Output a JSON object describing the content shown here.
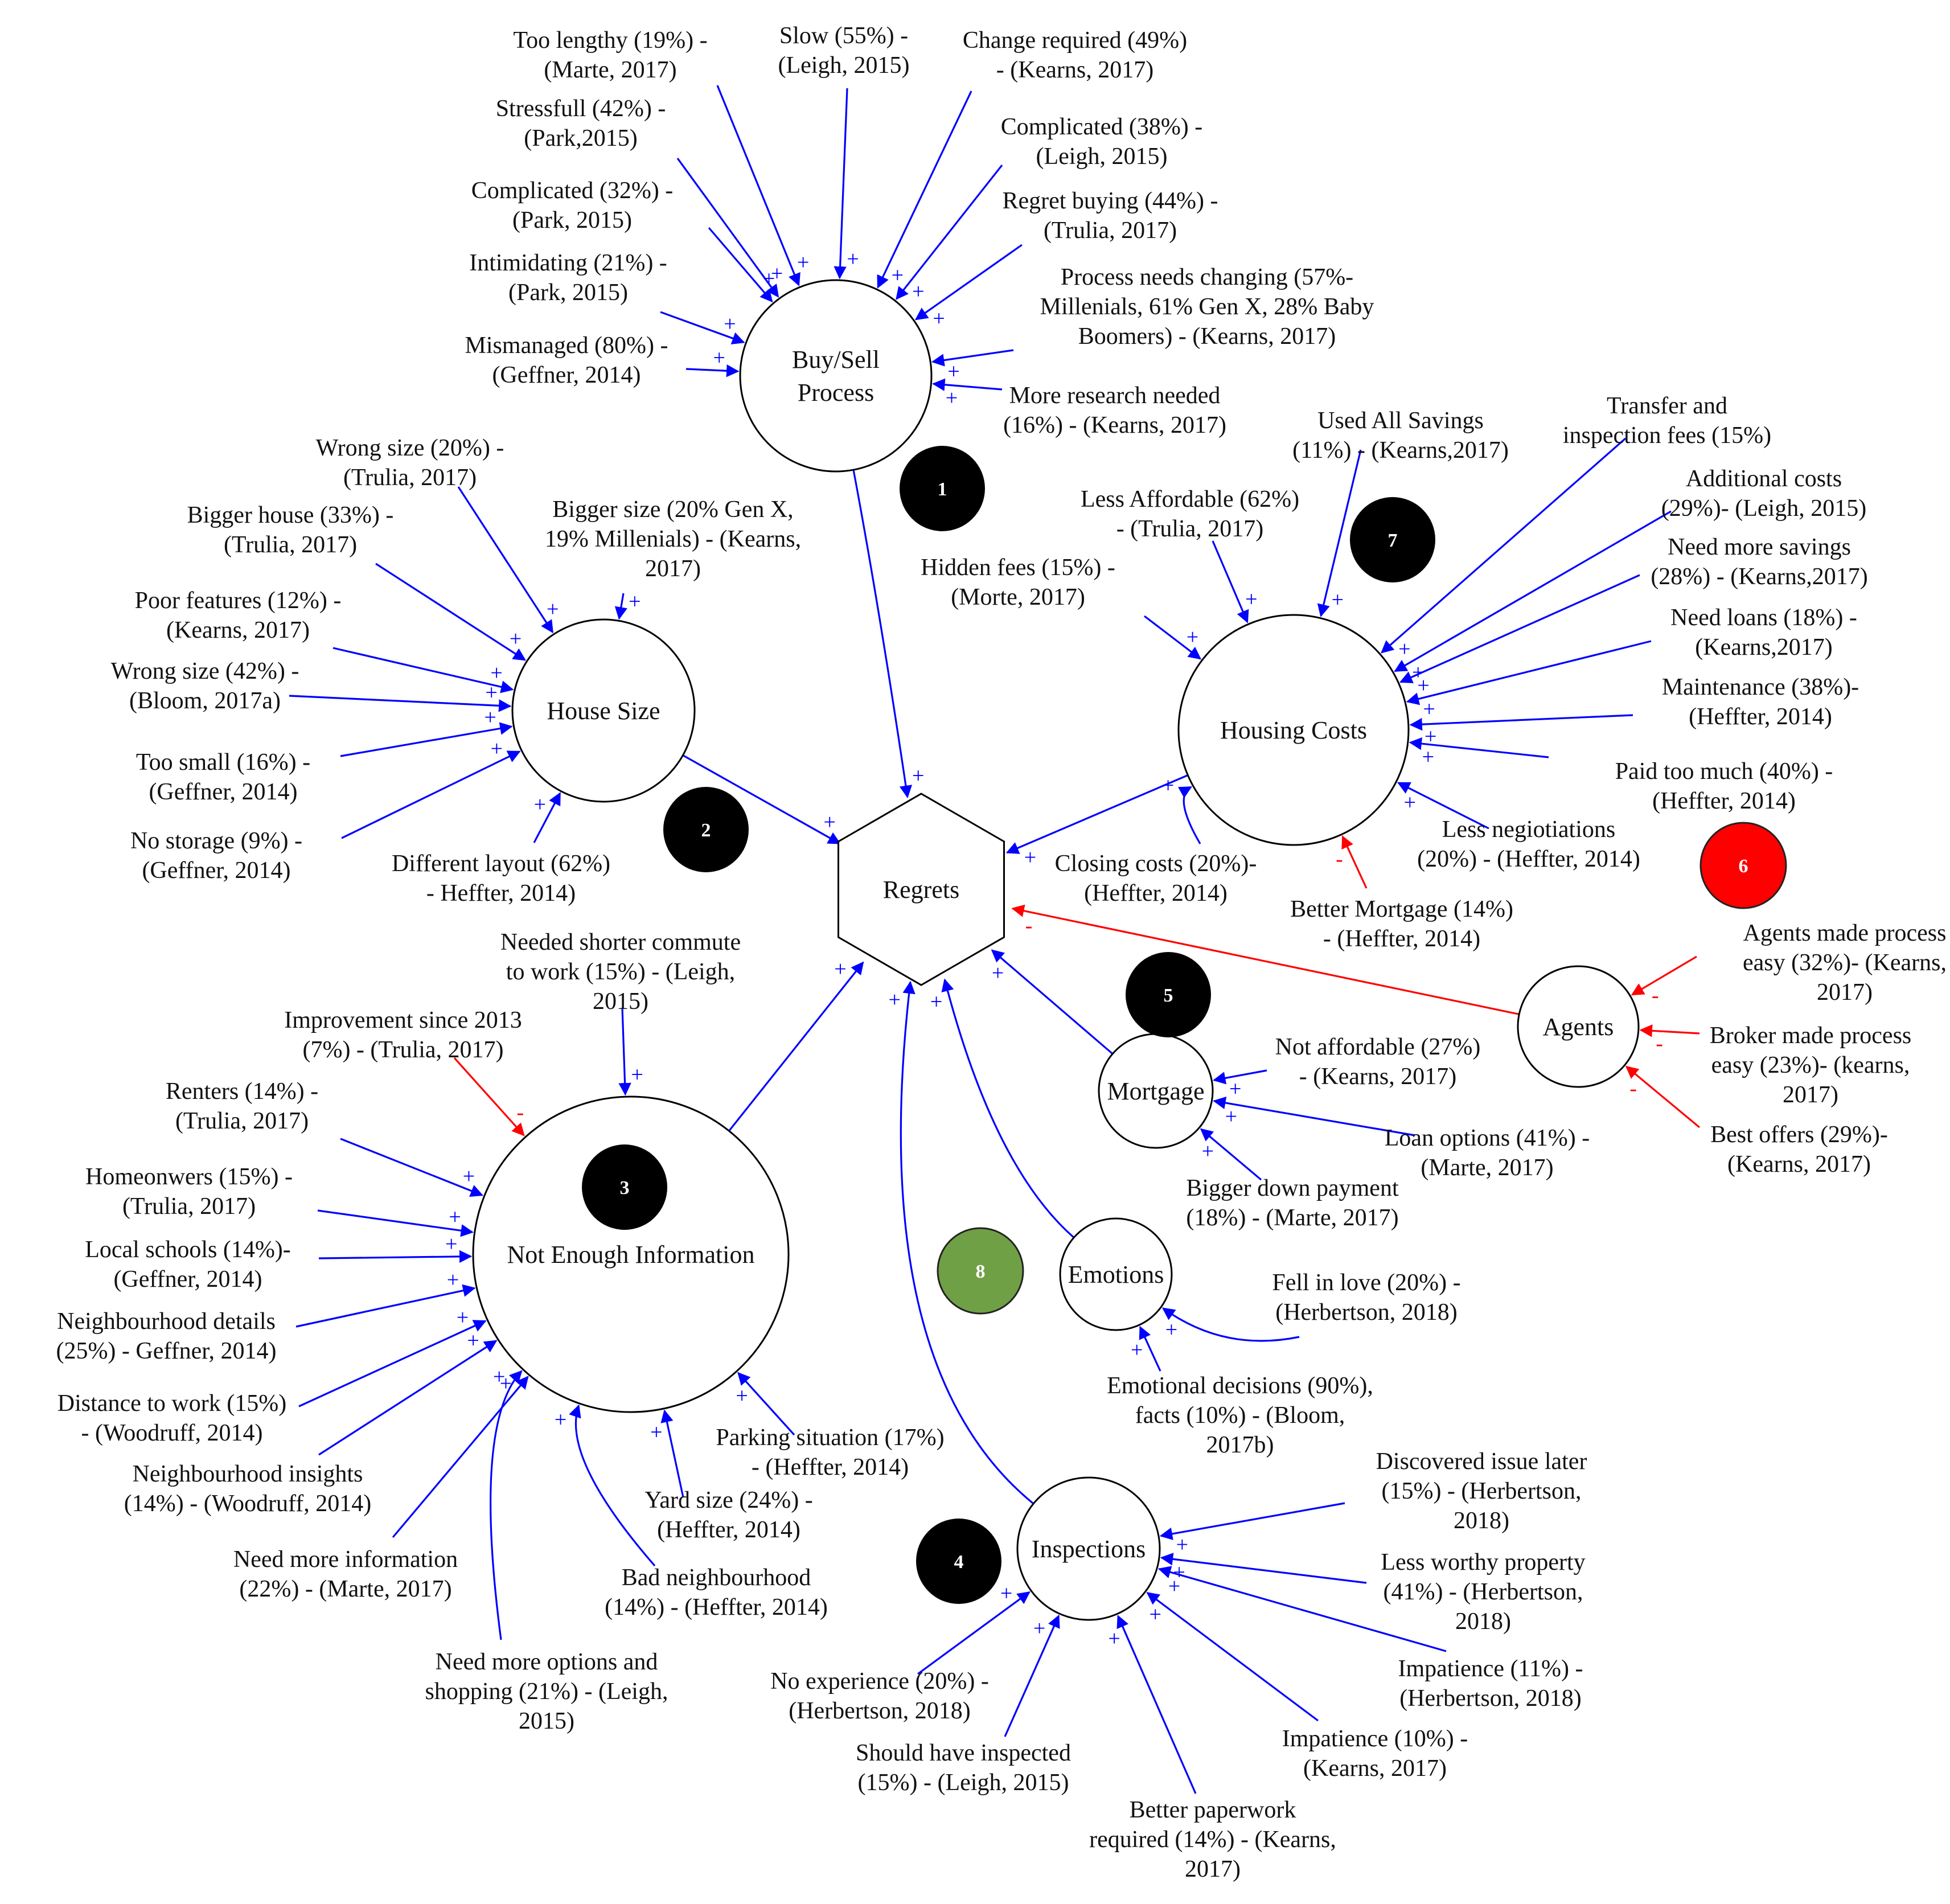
{
  "colors": {
    "positive": "#0000ff",
    "negative": "#ff0000",
    "black_badge": "#000000",
    "red_badge": "#ff0000",
    "green_badge": "#70a046",
    "node_stroke": "#000000",
    "text": "#111111"
  },
  "hubs": [
    {
      "id": "regrets",
      "label": [
        "Regrets"
      ],
      "shape": "hexagon"
    },
    {
      "id": "buysell",
      "label": [
        "Buy/Sell",
        "Process"
      ]
    },
    {
      "id": "housesize",
      "label": [
        "House Size"
      ]
    },
    {
      "id": "housingcosts",
      "label": [
        "Housing Costs"
      ]
    },
    {
      "id": "notenough",
      "label": [
        "Not Enough Information"
      ]
    },
    {
      "id": "mortgage",
      "label": [
        "Mortgage"
      ]
    },
    {
      "id": "agents",
      "label": [
        "Agents"
      ]
    },
    {
      "id": "emotions",
      "label": [
        "Emotions"
      ]
    },
    {
      "id": "inspections",
      "label": [
        "Inspections"
      ]
    }
  ],
  "badges": [
    {
      "text": "1",
      "color": "black"
    },
    {
      "text": "2",
      "color": "black"
    },
    {
      "text": "3",
      "color": "black"
    },
    {
      "text": "4",
      "color": "black"
    },
    {
      "text": "5",
      "color": "black"
    },
    {
      "text": "6",
      "color": "red"
    },
    {
      "text": "7",
      "color": "black"
    },
    {
      "text": "8",
      "color": "green"
    }
  ],
  "factors": [
    {
      "id": "bs1",
      "target": "buysell",
      "sign": "+",
      "lines": [
        "Too lengthy (19%) -",
        "(Marte, 2017)"
      ]
    },
    {
      "id": "bs2",
      "target": "buysell",
      "sign": "+",
      "lines": [
        "Slow (55%) -",
        "(Leigh, 2015)"
      ]
    },
    {
      "id": "bs3",
      "target": "buysell",
      "sign": "+",
      "lines": [
        "Change required (49%)",
        "- (Kearns, 2017)"
      ]
    },
    {
      "id": "bs4",
      "target": "buysell",
      "sign": "+",
      "lines": [
        "Stressfull (42%) -",
        "(Park,2015)"
      ]
    },
    {
      "id": "bs5",
      "target": "buysell",
      "sign": "+",
      "lines": [
        "Complicated (38%) -",
        "(Leigh, 2015)"
      ]
    },
    {
      "id": "bs6",
      "target": "buysell",
      "sign": "+",
      "lines": [
        "Complicated (32%) -",
        "(Park, 2015)"
      ]
    },
    {
      "id": "bs7",
      "target": "buysell",
      "sign": "+",
      "lines": [
        "Regret buying (44%) -",
        "(Trulia, 2017)"
      ]
    },
    {
      "id": "bs8",
      "target": "buysell",
      "sign": "+",
      "lines": [
        "Intimidating (21%) -",
        "(Park, 2015)"
      ]
    },
    {
      "id": "bs9",
      "target": "buysell",
      "sign": "+",
      "lines": [
        "Process needs changing (57%-",
        "Millenials, 61% Gen X, 28% Baby",
        "Boomers) - (Kearns, 2017)"
      ]
    },
    {
      "id": "bs10",
      "target": "buysell",
      "sign": "+",
      "lines": [
        "Mismanaged (80%) -",
        "(Geffner, 2014)"
      ]
    },
    {
      "id": "bs11",
      "target": "buysell",
      "sign": "+",
      "lines": [
        "More research needed",
        "(16%) - (Kearns, 2017)"
      ]
    },
    {
      "id": "hs1",
      "target": "housesize",
      "sign": "+",
      "lines": [
        "Wrong size (20%) -",
        "(Trulia, 2017)"
      ]
    },
    {
      "id": "hs2",
      "target": "housesize",
      "sign": "+",
      "lines": [
        "Bigger house (33%) -",
        "(Trulia, 2017)"
      ]
    },
    {
      "id": "hs3",
      "target": "housesize",
      "sign": "+",
      "lines": [
        "Bigger size (20% Gen X,",
        "19% Millenials) - (Kearns,",
        "2017)"
      ]
    },
    {
      "id": "hs4",
      "target": "housesize",
      "sign": "+",
      "lines": [
        "Poor features (12%) -",
        "(Kearns, 2017)"
      ]
    },
    {
      "id": "hs5",
      "target": "housesize",
      "sign": "+",
      "lines": [
        "Wrong size (42%) -",
        "(Bloom, 2017a)"
      ]
    },
    {
      "id": "hs6",
      "target": "housesize",
      "sign": "+",
      "lines": [
        "Too small (16%) -",
        "(Geffner, 2014)"
      ]
    },
    {
      "id": "hs7",
      "target": "housesize",
      "sign": "+",
      "lines": [
        "No storage (9%) -",
        "(Geffner, 2014)"
      ]
    },
    {
      "id": "hs8",
      "target": "housesize",
      "sign": "+",
      "lines": [
        "Different layout (62%)",
        "- Heffter, 2014)"
      ]
    },
    {
      "id": "hc1",
      "target": "housingcosts",
      "sign": "+",
      "lines": [
        "Used All Savings",
        "(11%) - (Kearns,2017)"
      ]
    },
    {
      "id": "hc2",
      "target": "housingcosts",
      "sign": "+",
      "lines": [
        "Transfer and",
        "inspection fees (15%)"
      ]
    },
    {
      "id": "hc3",
      "target": "housingcosts",
      "sign": "+",
      "lines": [
        "Less Affordable (62%)",
        "- (Trulia, 2017)"
      ]
    },
    {
      "id": "hc4",
      "target": "housingcosts",
      "sign": "+",
      "lines": [
        "Additional costs",
        "(29%)- (Leigh, 2015)"
      ]
    },
    {
      "id": "hc5",
      "target": "housingcosts",
      "sign": "+",
      "lines": [
        "Hidden fees (15%) -",
        "(Morte, 2017)"
      ]
    },
    {
      "id": "hc6",
      "target": "housingcosts",
      "sign": "+",
      "lines": [
        "Need more savings",
        "(28%) - (Kearns,2017)"
      ]
    },
    {
      "id": "hc7",
      "target": "housingcosts",
      "sign": "+",
      "lines": [
        "Need loans (18%) -",
        "(Kearns,2017)"
      ]
    },
    {
      "id": "hc8",
      "target": "housingcosts",
      "sign": "+",
      "lines": [
        "Maintenance (38%)-",
        "(Heffter, 2014)"
      ]
    },
    {
      "id": "hc9",
      "target": "housingcosts",
      "sign": "+",
      "lines": [
        "Paid too much (40%) -",
        "(Heffter, 2014)"
      ]
    },
    {
      "id": "hc10",
      "target": "housingcosts",
      "sign": "+",
      "lines": [
        "Less negiotiations",
        "(20%) - (Heffter, 2014)"
      ]
    },
    {
      "id": "hc11",
      "target": "housingcosts",
      "sign": "+",
      "lines": [
        "Closing costs (20%)-",
        "(Heffter, 2014)"
      ]
    },
    {
      "id": "hc12",
      "target": "housingcosts",
      "sign": "-",
      "lines": [
        "Better Mortgage (14%)",
        "- (Heffter, 2014)"
      ]
    },
    {
      "id": "ne1",
      "target": "notenough",
      "sign": "+",
      "lines": [
        "Needed shorter commute",
        "to work (15%) - (Leigh,",
        "2015)"
      ]
    },
    {
      "id": "ne2",
      "target": "notenough",
      "sign": "-",
      "lines": [
        "Improvement since 2013",
        "(7%) - (Trulia, 2017)"
      ]
    },
    {
      "id": "ne3",
      "target": "notenough",
      "sign": "+",
      "lines": [
        "Renters (14%) -",
        "(Trulia, 2017)"
      ]
    },
    {
      "id": "ne4",
      "target": "notenough",
      "sign": "+",
      "lines": [
        "Homeonwers (15%) -",
        "(Trulia, 2017)"
      ]
    },
    {
      "id": "ne5",
      "target": "notenough",
      "sign": "+",
      "lines": [
        "Local schools (14%)-",
        "(Geffner, 2014)"
      ]
    },
    {
      "id": "ne6",
      "target": "notenough",
      "sign": "+",
      "lines": [
        "Neighbourhood details",
        "(25%) - Geffner, 2014)"
      ]
    },
    {
      "id": "ne7",
      "target": "notenough",
      "sign": "+",
      "lines": [
        "Distance to work (15%)",
        "- (Woodruff, 2014)"
      ]
    },
    {
      "id": "ne8",
      "target": "notenough",
      "sign": "+",
      "lines": [
        "Neighbourhood insights",
        "(14%) - (Woodruff, 2014)"
      ]
    },
    {
      "id": "ne9",
      "target": "notenough",
      "sign": "+",
      "lines": [
        "Need more information",
        "(22%) - (Marte, 2017)"
      ]
    },
    {
      "id": "ne10",
      "target": "notenough",
      "sign": "+",
      "lines": [
        "Need more options and",
        "shopping (21%) - (Leigh,",
        "2015)"
      ]
    },
    {
      "id": "ne11",
      "target": "notenough",
      "sign": "+",
      "lines": [
        "Bad neighbourhood",
        "(14%) - (Heffter, 2014)"
      ]
    },
    {
      "id": "ne12",
      "target": "notenough",
      "sign": "+",
      "lines": [
        "Yard size (24%) -",
        "(Heffter, 2014)"
      ]
    },
    {
      "id": "ne13",
      "target": "notenough",
      "sign": "+",
      "lines": [
        "Parking situation (17%)",
        "- (Heffter, 2014)"
      ]
    },
    {
      "id": "mo1",
      "target": "mortgage",
      "sign": "+",
      "lines": [
        "Not affordable (27%)",
        "- (Kearns, 2017)"
      ]
    },
    {
      "id": "mo2",
      "target": "mortgage",
      "sign": "+",
      "lines": [
        "Loan options (41%) -",
        "(Marte, 2017)"
      ]
    },
    {
      "id": "mo3",
      "target": "mortgage",
      "sign": "+",
      "lines": [
        "Bigger down payment",
        "(18%) - (Marte, 2017)"
      ]
    },
    {
      "id": "ag1",
      "target": "agents",
      "sign": "-",
      "lines": [
        "Agents made process",
        "easy (32%)- (Kearns,",
        "2017)"
      ]
    },
    {
      "id": "ag2",
      "target": "agents",
      "sign": "-",
      "lines": [
        "Broker made process",
        "easy (23%)- (kearns,",
        "2017)"
      ]
    },
    {
      "id": "ag3",
      "target": "agents",
      "sign": "-",
      "lines": [
        "Best offers (29%)-",
        "(Kearns, 2017)"
      ]
    },
    {
      "id": "em1",
      "target": "emotions",
      "sign": "+",
      "lines": [
        "Fell in love (20%) -",
        "(Herbertson, 2018)"
      ]
    },
    {
      "id": "em2",
      "target": "emotions",
      "sign": "+",
      "lines": [
        "Emotional decisions (90%),",
        "facts (10%) - (Bloom,",
        "2017b)"
      ]
    },
    {
      "id": "in1",
      "target": "inspections",
      "sign": "+",
      "lines": [
        "Discovered issue later",
        "(15%) - (Herbertson,",
        "2018)"
      ]
    },
    {
      "id": "in2",
      "target": "inspections",
      "sign": "+",
      "lines": [
        "Less worthy property",
        "(41%) - (Herbertson,",
        "2018)"
      ]
    },
    {
      "id": "in3",
      "target": "inspections",
      "sign": "+",
      "lines": [
        "Impatience (11%) -",
        "(Herbertson, 2018)"
      ]
    },
    {
      "id": "in4",
      "target": "inspections",
      "sign": "+",
      "lines": [
        "Impatience (10%) -",
        "(Kearns, 2017)"
      ]
    },
    {
      "id": "in5",
      "target": "inspections",
      "sign": "+",
      "lines": [
        "No experience (20%) -",
        "(Herbertson, 2018)"
      ]
    },
    {
      "id": "in6",
      "target": "inspections",
      "sign": "+",
      "lines": [
        "Should have inspected",
        "(15%) - (Leigh, 2015)"
      ]
    },
    {
      "id": "in7",
      "target": "inspections",
      "sign": "+",
      "lines": [
        "Better paperwork",
        "required (14%) - (Kearns,",
        "2017)"
      ]
    }
  ],
  "hub_links": [
    {
      "source": "buysell",
      "target": "regrets",
      "sign": "+"
    },
    {
      "source": "housesize",
      "target": "regrets",
      "sign": "+"
    },
    {
      "source": "housingcosts",
      "target": "regrets",
      "sign": "+"
    },
    {
      "source": "notenough",
      "target": "regrets",
      "sign": "+"
    },
    {
      "source": "mortgage",
      "target": "regrets",
      "sign": "+"
    },
    {
      "source": "agents",
      "target": "regrets",
      "sign": "-"
    },
    {
      "source": "emotions",
      "target": "regrets",
      "sign": "+"
    },
    {
      "source": "inspections",
      "target": "regrets",
      "sign": "+"
    }
  ]
}
